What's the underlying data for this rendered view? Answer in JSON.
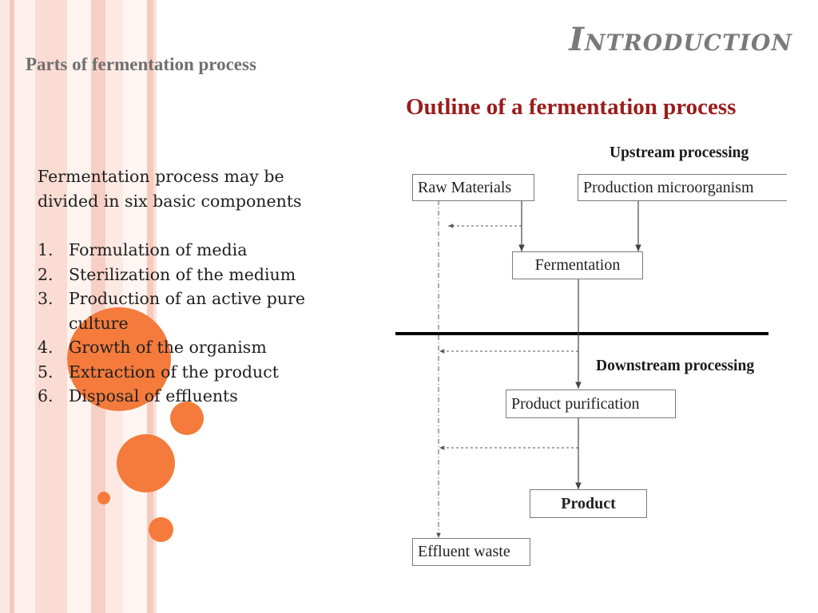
{
  "slide": {
    "title": "Introduction",
    "section_title": "Parts of fermentation process"
  },
  "body": {
    "intro_line1": "Fermentation process may be",
    "intro_line2": "divided in six basic components",
    "steps": [
      {
        "num": "1.",
        "text": "Formulation of media"
      },
      {
        "num": "2.",
        "text": "Sterilization of the medium"
      },
      {
        "num": "3.",
        "text": "Production of an active pure",
        "text2": "culture"
      },
      {
        "num": "4.",
        "text": "Growth of the organism"
      },
      {
        "num": "5.",
        "text": "Extraction of the product"
      },
      {
        "num": "6.",
        "text": "Disposal of effluents"
      }
    ]
  },
  "diagram": {
    "title": "Outline of a fermentation process",
    "upstream_label": "Upstream processing",
    "downstream_label": "Downstream processing",
    "nodes": {
      "raw_materials": "Raw Materials",
      "production_microorganism": "Production microorganism",
      "fermentation": "Fermentation",
      "product_purification": "Product purification",
      "product": "Product",
      "effluent_waste": "Effluent waste"
    }
  },
  "colors": {
    "accent_orange": "#f47b3b",
    "stripe_pink": "#f9d6cf",
    "diagram_title_red": "#9b1c1c",
    "heading_gray": "#7a7a7a"
  }
}
